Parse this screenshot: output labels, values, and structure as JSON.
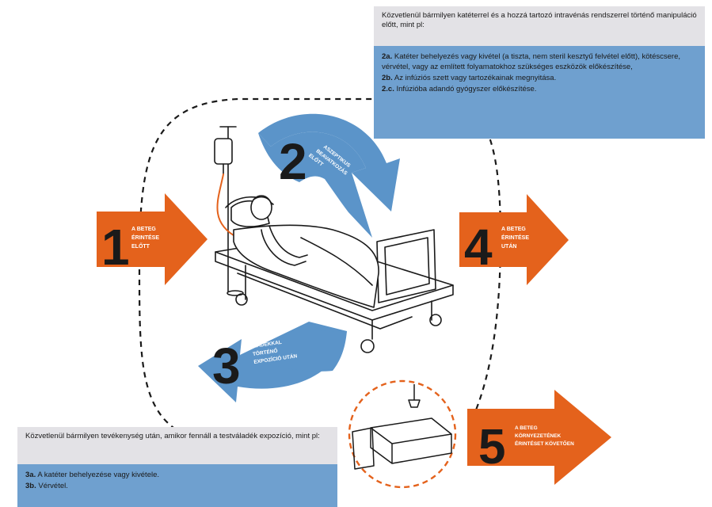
{
  "moments": [
    {
      "number": "1",
      "label_lines": [
        "A BETEG",
        "ÉRINTÉSE",
        "ELŐTT"
      ],
      "color": "#e4621c"
    },
    {
      "number": "2",
      "label_lines": [
        "ASZEPTIKUS",
        "BEAVATKOZÁS",
        "ELŐTT"
      ],
      "color": "#5b94c9"
    },
    {
      "number": "3",
      "label_lines": [
        "VÉLADÉKKAL",
        "TÖRTÉNŐ",
        "EXPOZÍCIÓ UTÁN"
      ],
      "color": "#5b94c9"
    },
    {
      "number": "4",
      "label_lines": [
        "A BETEG",
        "ÉRINTÉSE",
        "UTÁN"
      ],
      "color": "#e4621c"
    },
    {
      "number": "5",
      "label_lines": [
        "A BETEG",
        "KÖRNYEZETÉNEK",
        "ÉRINTÉSET KÖVETŐEN"
      ],
      "color": "#e4621c"
    }
  ],
  "top_box": {
    "heading": "Közvetlenül bármilyen katéterrel és a hozzá tartozó intravénás rendszerrel történő manipuláció előtt, mint pl:",
    "items": [
      {
        "code": "2a.",
        "text": "Katéter behelyezés vagy kivétel (a tiszta, nem steril kesztyű felvétel előtt), kötéscsere, vérvétel, vagy az említett folyamatokhoz szükséges eszközök előkészítése,"
      },
      {
        "code": "2b.",
        "text": "Az infúziós szett vagy tartozékainak megnyitása."
      },
      {
        "code": "2.c.",
        "text": "Infúzióba adandó gyógyszer előkészítése."
      }
    ]
  },
  "bottom_box": {
    "heading": "Közvetlenül bármilyen tevékenység után, amikor fennáll a testváladék expozíció, mint pl:",
    "items": [
      {
        "code": "3a.",
        "text": "A katéter behelyezése vagy kivétele."
      },
      {
        "code": "3b.",
        "text": "Vérvétel."
      }
    ]
  },
  "colors": {
    "orange": "#e4621c",
    "blue": "#5b94c9",
    "box_blue": "#6fa0cf",
    "box_grey": "#e3e2e6",
    "line": "#1a1a1a",
    "tube": "#e4621c"
  }
}
